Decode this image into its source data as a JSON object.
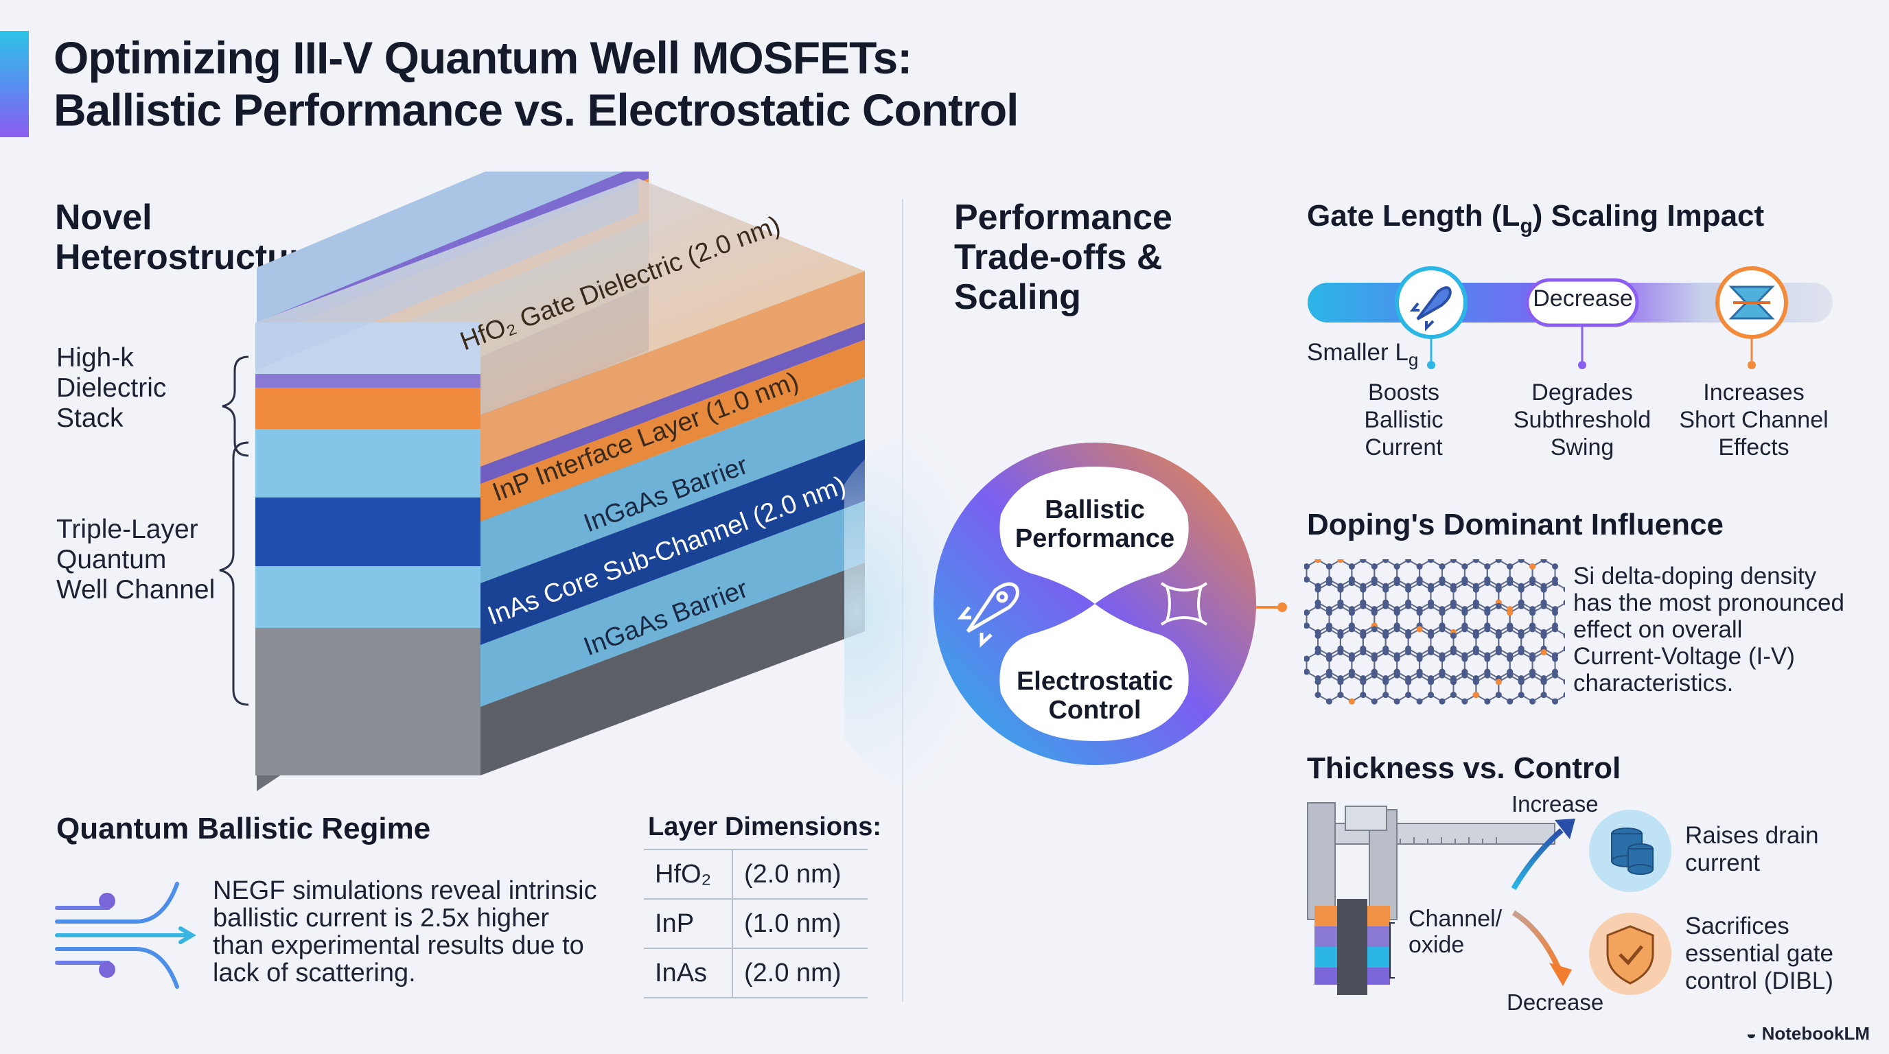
{
  "title": {
    "line1": "Optimizing III-V Quantum Well MOSFETs:",
    "line2": "Ballistic Performance vs. Electrostatic Control"
  },
  "heterostructure": {
    "heading_line1": "Novel",
    "heading_line2": "Heterostructure",
    "brace_high_k": [
      "High-k",
      "Dielectric",
      "Stack"
    ],
    "brace_qw": [
      "Triple-Layer",
      "Quantum",
      "Well Channel"
    ],
    "layers": [
      {
        "label": "HfO₂ Gate Dielectric (2.0 nm)",
        "color": "#f2b07a"
      },
      {
        "label": "InP Interface Layer (1.0 nm)",
        "color": "#f29246"
      },
      {
        "label": "InGaAs Barrier",
        "color": "#7cc3e8"
      },
      {
        "label": "InAs Core Sub-Channel (2.0 nm)",
        "color": "#1f4fae"
      },
      {
        "label": "InGaAs Barrier",
        "color": "#7cc3e8"
      }
    ]
  },
  "ballistic": {
    "heading": "Quantum Ballistic Regime",
    "text": [
      "NEGF simulations reveal intrinsic",
      "ballistic current is 2.5x higher",
      "than experimental results due to",
      "lack of scattering."
    ]
  },
  "dimensions": {
    "heading": "Layer Dimensions:",
    "rows": [
      {
        "material": "HfO₂",
        "value": "(2.0 nm)"
      },
      {
        "material": "InP",
        "value": "(1.0 nm)"
      },
      {
        "material": "InAs",
        "value": "(2.0 nm)"
      }
    ]
  },
  "tradeoffs": {
    "heading": [
      "Performance",
      "Trade-offs &",
      "Scaling"
    ],
    "top_label": [
      "Ballistic",
      "Performance"
    ],
    "bottom_label": [
      "Electrostatic",
      "Control"
    ]
  },
  "gate_length": {
    "heading": "Gate Length (L",
    "heading_sub": "g",
    "heading_end": ") Scaling Impact",
    "smaller": "Smaller L",
    "smaller_sub": "g",
    "decrease": "Decrease",
    "effects": [
      [
        "Boosts",
        "Ballistic",
        "Current"
      ],
      [
        "Degrades",
        "Subthreshold",
        "Swing"
      ],
      [
        "Increases",
        "Short Channel",
        "Effects"
      ]
    ]
  },
  "doping": {
    "heading": "Doping's Dominant Influence",
    "text": [
      "Si delta-doping density",
      "has the most pronounced",
      "effect on overall",
      "Current-Voltage (I-V)",
      "characteristics."
    ]
  },
  "thickness": {
    "heading": "Thickness vs. Control",
    "increase": "Increase",
    "decrease": "Decrease",
    "channel_label": [
      "Channel/",
      "oxide"
    ],
    "raises": [
      "Raises drain",
      "current"
    ],
    "sacrifices": [
      "Sacrifices",
      "essential gate",
      "control (DIBL)"
    ]
  },
  "brand": "NotebookLM"
}
